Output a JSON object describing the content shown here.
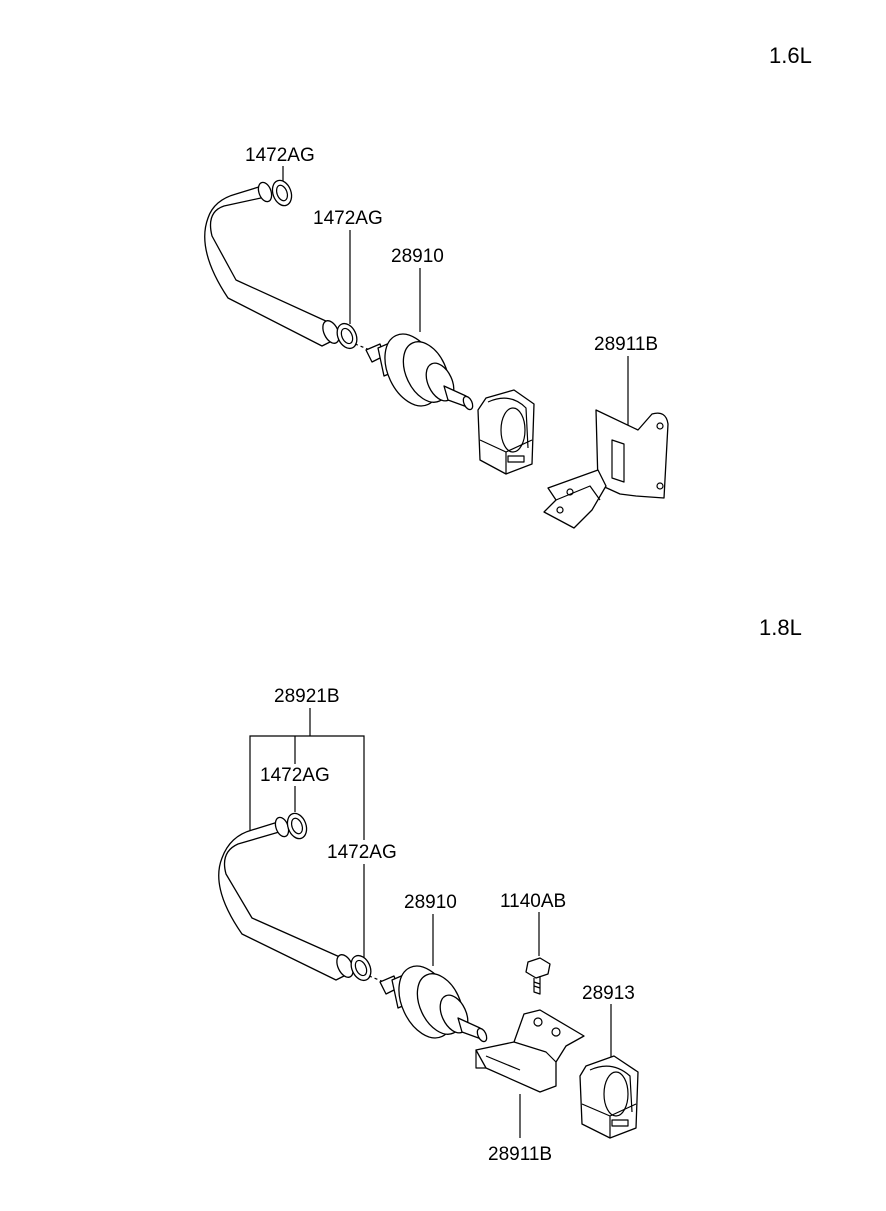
{
  "sections": [
    {
      "engine": "1.6L",
      "callouts": [
        "1472AG",
        "1472AG",
        "28910",
        "28911B"
      ]
    },
    {
      "engine": "1.8L",
      "callouts": [
        "28921B",
        "1472AG",
        "1472AG",
        "28910",
        "1140AB",
        "28913",
        "28911B"
      ]
    }
  ]
}
